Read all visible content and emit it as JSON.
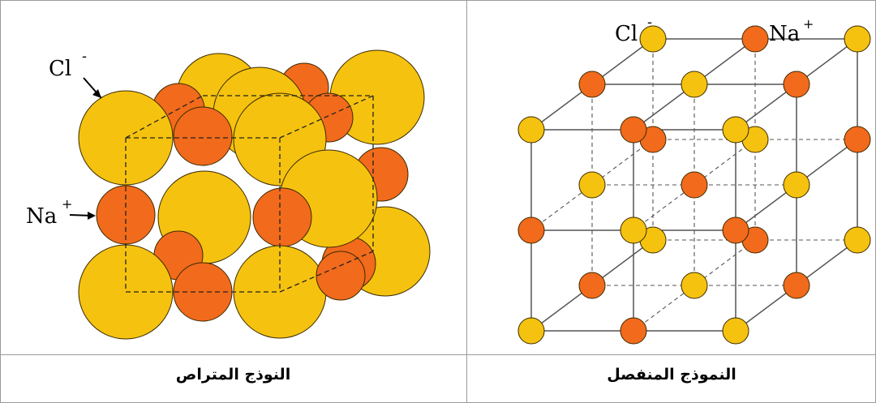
{
  "panels": [
    {
      "id": "packed",
      "caption": "النوذج المتراص",
      "labels": {
        "chloride": "Cl",
        "chloride_charge": "-",
        "sodium": "Na",
        "sodium_charge": "+"
      }
    },
    {
      "id": "separated",
      "caption": "النموذج المنفصل",
      "labels": {
        "chloride": "Cl",
        "chloride_charge": "-",
        "sodium": "Na",
        "sodium_charge": "+"
      }
    }
  ],
  "colors": {
    "chloride": "#F5C20F",
    "sodium": "#F26A1B",
    "ion_outline": "#3a2a00",
    "frame": "#9a9a9a",
    "lattice": "#555555"
  }
}
